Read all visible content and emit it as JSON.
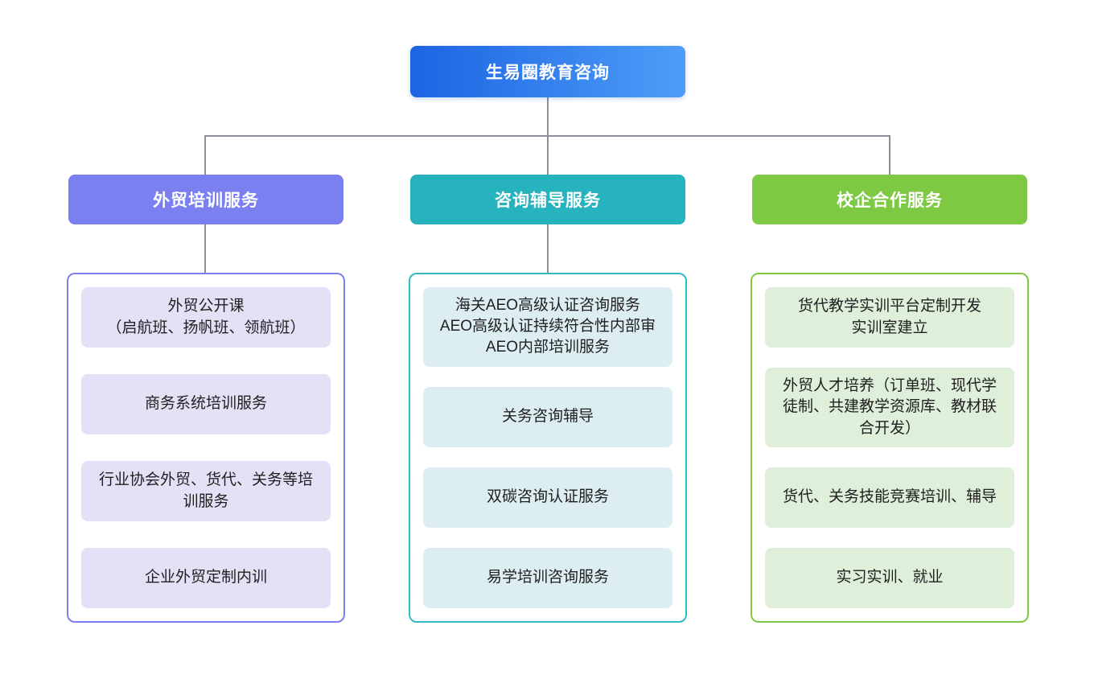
{
  "page": {
    "background": "#ffffff"
  },
  "connector_color": "#8a8f9a",
  "root": {
    "label": "生易圈教育咨询",
    "gradient_start": "#1c64e3",
    "gradient_end": "#4e9df8",
    "text_color": "#ffffff"
  },
  "branches": [
    {
      "label": "外贸培训服务",
      "header_bg": "#7b80f0",
      "border_color": "#7b80f0",
      "item_bg": "#e4e1f7",
      "items": [
        {
          "text": "外贸公开课\n（启航班、扬帆班、领航班）"
        },
        {
          "text": "商务系统培训服务"
        },
        {
          "text": "行业协会外贸、货代、关务等培\n训服务"
        },
        {
          "text": "企业外贸定制内训"
        }
      ]
    },
    {
      "label": "咨询辅导服务",
      "header_bg": "#27b3be",
      "border_color": "#2fbac4",
      "item_bg": "#ddeef2",
      "items": [
        {
          "text": "海关AEO高级认证咨询服务\nAEO高级认证持续符合性内部审\nAEO内部培训服务"
        },
        {
          "text": "关务咨询辅导"
        },
        {
          "text": "双碳咨询认证服务"
        },
        {
          "text": "易学培训咨询服务"
        }
      ]
    },
    {
      "label": "校企合作服务",
      "header_bg": "#7dc944",
      "border_color": "#7dc944",
      "item_bg": "#dff0da",
      "items": [
        {
          "text": "货代教学实训平台定制开发\n实训室建立"
        },
        {
          "text": "外贸人才培养（订单班、现代学\n徒制、共建教学资源库、教材联\n合开发）"
        },
        {
          "text": "货代、关务技能竞赛培训、辅导"
        },
        {
          "text": "实习实训、就业"
        }
      ]
    }
  ]
}
